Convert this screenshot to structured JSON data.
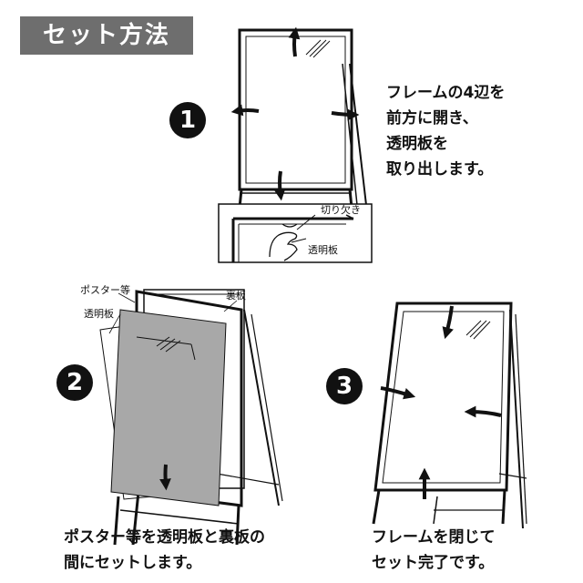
{
  "header": {
    "title": "セット方法"
  },
  "steps": [
    {
      "number": "1",
      "lines": [
        "フレームの4辺を",
        "前方に開き、",
        "透明板を",
        "取り出します。"
      ]
    },
    {
      "number": "2",
      "lines": [
        "ポスター等を透明板と裏板の",
        "間にセットします。"
      ]
    },
    {
      "number": "3",
      "lines": [
        "フレームを閉じて",
        "セット完了です。"
      ]
    }
  ],
  "labels": {
    "notch": "切り欠き",
    "clear_plate_detail": "透明板",
    "poster": "ポスター等",
    "clear_plate": "透明板",
    "back_plate": "裏板"
  },
  "colors": {
    "header_bg": "#6e6e6e",
    "poster_fill": "#a8a8a8"
  }
}
